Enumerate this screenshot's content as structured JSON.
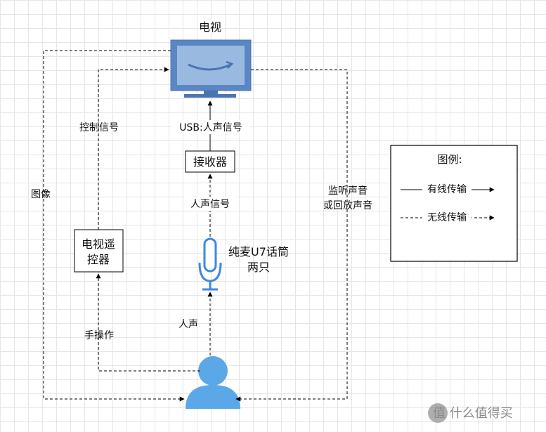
{
  "nodes": {
    "tv": {
      "label": "电视"
    },
    "receiver": {
      "label": "接收器"
    },
    "remote": {
      "label_line1": "电视遥",
      "label_line2": "控器"
    },
    "mic": {
      "label_line1": "纯麦U7话筒",
      "label_line2": "两只"
    }
  },
  "edges": {
    "usb": "USB:人声信号",
    "voice_signal": "人声信号",
    "voice": "人声",
    "control_signal": "控制信号",
    "hand_op": "手操作",
    "image": "图像",
    "monitor_line1": "监听声音",
    "monitor_line2": "或回放声音"
  },
  "legend": {
    "title": "图例:",
    "wired": "有线传输",
    "wireless": "无线传输"
  },
  "watermark": "值 什么值得买",
  "colors": {
    "tv_blue": "#6a95cc",
    "mic_blue": "#3f86e6",
    "person_blue": "#5aa8e8"
  }
}
